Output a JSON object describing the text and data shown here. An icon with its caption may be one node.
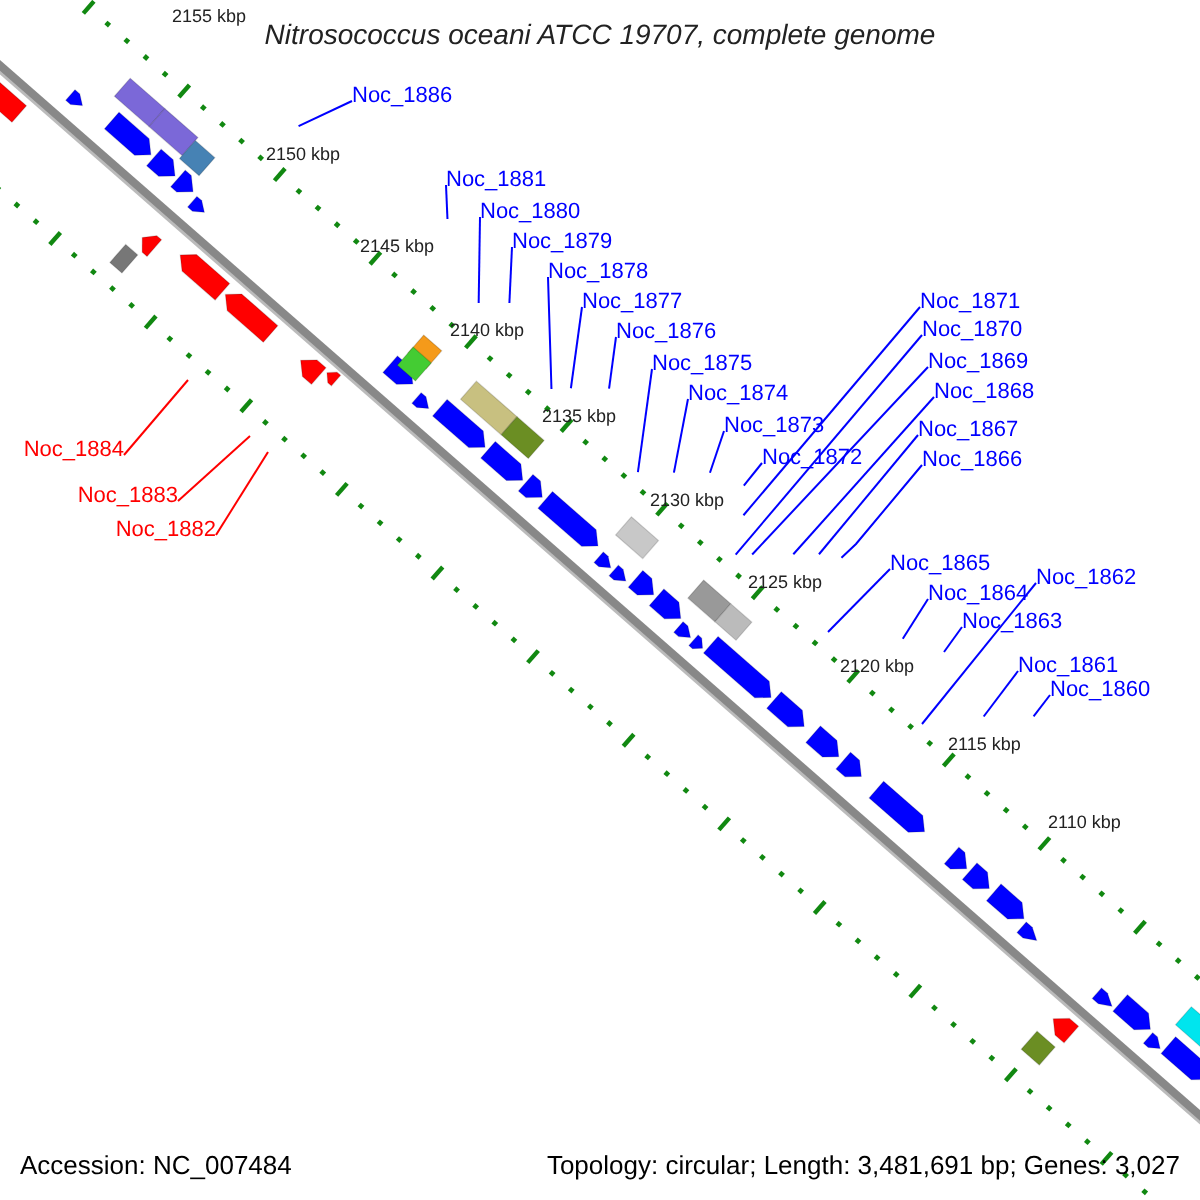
{
  "diagram": {
    "title": "Nitrosococcus oceani ATCC 19707, complete genome",
    "nodes": [
      {
        "text": [
          "Noc_1886"
        ]
      },
      {
        "text": [
          "Noc_1884"
        ]
      },
      {
        "text": [
          "Noc_1883"
        ]
      },
      {
        "text": [
          "Noc_1882"
        ]
      },
      {
        "text": [
          "Noc_1881"
        ]
      },
      {
        "text": [
          "Noc_1880"
        ]
      },
      {
        "text": [
          "Noc_1879"
        ]
      },
      {
        "text": [
          "Noc_1878"
        ]
      },
      {
        "text": [
          "Noc_1877"
        ]
      },
      {
        "text": [
          "Noc_1876"
        ]
      },
      {
        "text": [
          "Noc_1875"
        ]
      },
      {
        "text": [
          "Noc_1874"
        ]
      },
      {
        "text": [
          "Noc_1873"
        ]
      },
      {
        "text": [
          "Noc_1872"
        ]
      },
      {
        "text": [
          "Noc_1871"
        ]
      },
      {
        "text": [
          "Noc_1870"
        ]
      },
      {
        "text": [
          "Noc_1869"
        ]
      },
      {
        "text": [
          "Noc_1868"
        ]
      },
      {
        "text": [
          "Noc_1867"
        ]
      },
      {
        "text": [
          "Noc_1866"
        ]
      },
      {
        "text": [
          "Noc_1865"
        ]
      },
      {
        "text": [
          "Noc_1864"
        ]
      },
      {
        "text": [
          "Noc_1863"
        ]
      },
      {
        "text": [
          "Noc_1862"
        ]
      },
      {
        "text": [
          "Noc_1861"
        ]
      },
      {
        "text": [
          "Noc_1860"
        ]
      }
    ],
    "edges": [
      {
        "from": 0,
        "to": null,
        "arrow": "none"
      },
      {
        "from": 1,
        "to": null,
        "arrow": "none",
        "color": "#ff0000"
      },
      {
        "from": 2,
        "to": null,
        "arrow": "none",
        "color": "#ff0000"
      },
      {
        "from": 3,
        "to": null,
        "arrow": "none",
        "color": "#ff0000"
      },
      {
        "from": 4,
        "to": null,
        "arrow": "none"
      },
      {
        "from": 5,
        "to": null,
        "arrow": "none"
      },
      {
        "from": 6,
        "to": null,
        "arrow": "none"
      },
      {
        "from": 7,
        "to": null,
        "arrow": "none"
      },
      {
        "from": 8,
        "to": null,
        "arrow": "none"
      },
      {
        "from": 9,
        "to": null,
        "arrow": "none"
      },
      {
        "from": 10,
        "to": null,
        "arrow": "none"
      },
      {
        "from": 11,
        "to": null,
        "arrow": "none"
      },
      {
        "from": 12,
        "to": null,
        "arrow": "none"
      },
      {
        "from": 13,
        "to": null,
        "arrow": "none"
      },
      {
        "from": 14,
        "to": null,
        "arrow": "none"
      },
      {
        "from": 15,
        "to": null,
        "arrow": "none"
      },
      {
        "from": 16,
        "to": null,
        "arrow": "none"
      },
      {
        "from": 17,
        "to": null,
        "arrow": "none"
      },
      {
        "from": 18,
        "to": null,
        "arrow": "none"
      },
      {
        "from": 19,
        "to": null,
        "arrow": "none"
      },
      {
        "from": 20,
        "to": null,
        "arrow": "none"
      },
      {
        "from": 21,
        "to": null,
        "arrow": "none"
      },
      {
        "from": 22,
        "to": null,
        "arrow": "none"
      },
      {
        "from": 23,
        "to": null,
        "arrow": "none"
      },
      {
        "from": 24,
        "to": null,
        "arrow": "none"
      },
      {
        "from": 25,
        "to": null,
        "arrow": "none"
      }
    ],
    "labels": [
      "2155 kbp",
      "2150 kbp",
      "2145 kbp",
      "2140 kbp",
      "2135 kbp",
      "2130 kbp",
      "2125 kbp",
      "2120 kbp",
      "2115 kbp",
      "2110 kbp",
      "Accession: NC_007484",
      "Topology: circular; Length: 3,481,691 bp; Genes: 3,027"
    ]
  }
}
